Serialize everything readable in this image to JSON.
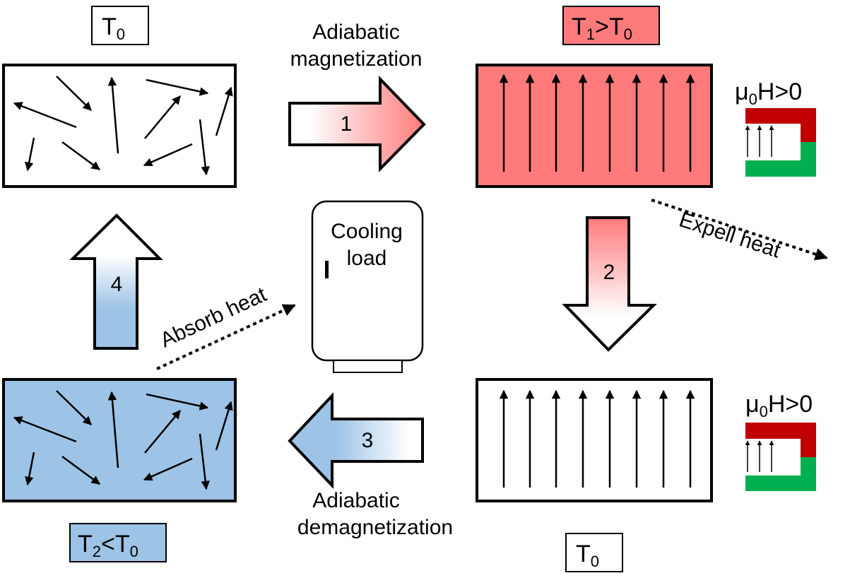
{
  "labels": {
    "top_left": {
      "base": "T",
      "sub": "0",
      "rest": ""
    },
    "top_right": {
      "base": "T",
      "sub": "1",
      "rest": ">T",
      "sub2": "0"
    },
    "bottom_right": {
      "base": "T",
      "sub": "0",
      "rest": ""
    },
    "bottom_left": {
      "base": "T",
      "sub": "2",
      "rest": "<T",
      "sub2": "0"
    }
  },
  "steps": {
    "step1": {
      "number": "1",
      "line1": "Adiabatic",
      "line2": "magnetization"
    },
    "step2": {
      "number": "2"
    },
    "step3": {
      "number": "3",
      "line1": "Adiabatic",
      "line2": "demagnetization"
    },
    "step4": {
      "number": "4"
    }
  },
  "heat": {
    "expel": "Expell heat",
    "absorb": "Absorb heat"
  },
  "fridge": {
    "line1": "Cooling",
    "line2": "load"
  },
  "field": {
    "top": {
      "mu": "μ",
      "sub": "0",
      "rest": "H>0"
    },
    "bottom": {
      "mu": "μ",
      "sub": "0",
      "rest": "H>0"
    }
  },
  "colors": {
    "hot": "#ff7b7b",
    "cold": "#9dc3e6",
    "magnet_red": "#c00000",
    "magnet_green": "#00b050"
  }
}
